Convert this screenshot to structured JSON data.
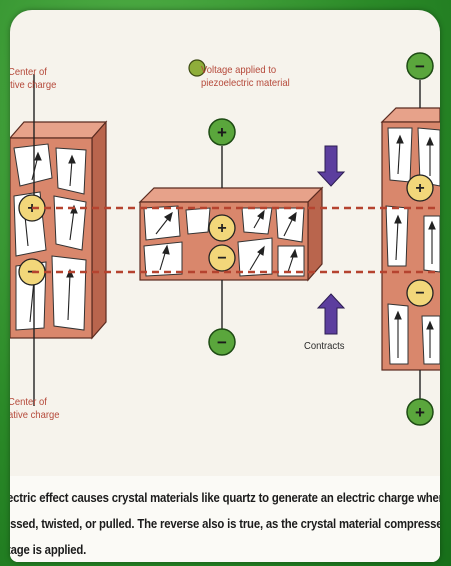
{
  "labels": {
    "center_positive_line1": "Center of",
    "center_positive_line2": "itive charge",
    "voltage_line1": "Voltage applied to",
    "voltage_line2": "piezoelectric material",
    "center_negative_line1": "Center of",
    "center_negative_line2": "ative charge",
    "contracts": "Contracts"
  },
  "symbols": {
    "plus": "+",
    "minus": "−"
  },
  "caption": {
    "line1": "lectric effect causes crystal materials like quartz to generate an electric charge when the",
    "line2": "essed, twisted, or pulled. The reverse also is true, as the crystal material compresses or ex",
    "line3": "ltage is applied."
  },
  "colors": {
    "crystal_fill": "#d9876c",
    "crystal_dark": "#c26e55",
    "grain": "#ffffff",
    "charge_circle": "#f2d77a",
    "electrode": "#5aa63c",
    "arrow_purple": "#5c3e9e",
    "dashed_line": "#b5432f",
    "frame_green": "#2f8a2c"
  }
}
